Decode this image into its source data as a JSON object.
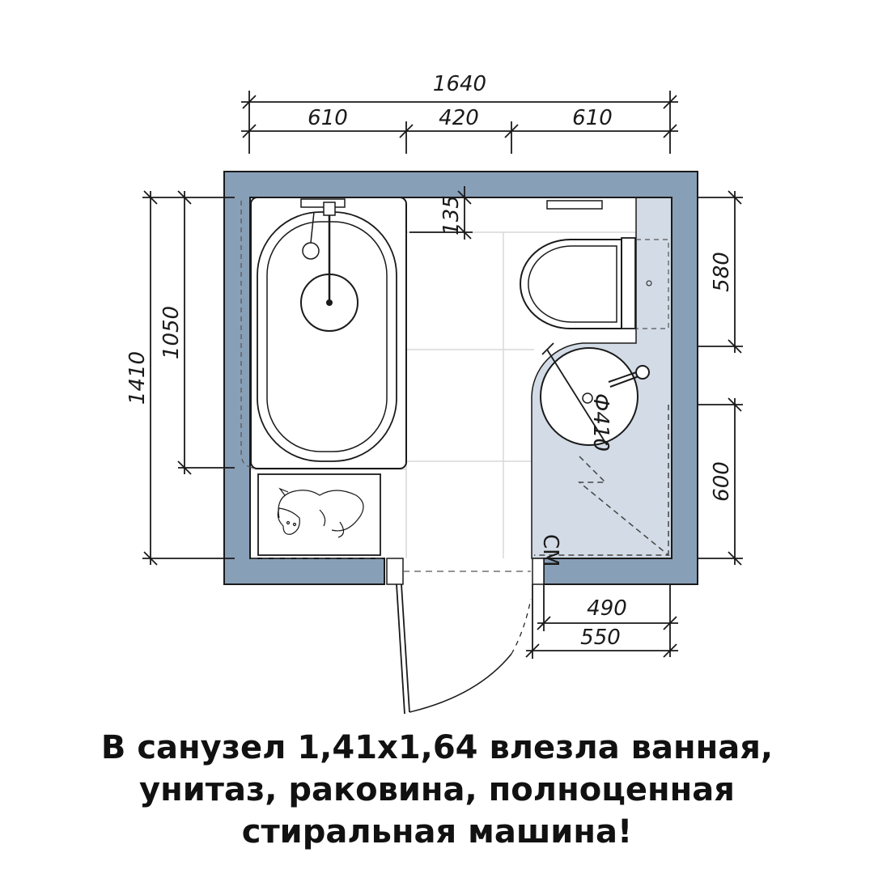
{
  "dimensions": {
    "total_width": "1640",
    "segment_left": "610",
    "segment_middle": "420",
    "segment_right": "610",
    "total_height": "1410",
    "bathtub_length": "1050",
    "faucet_offset": "135",
    "toilet_zone": "580",
    "washer_zone": "600",
    "sink_diameter": "Ф410",
    "door_offset_inner": "490",
    "door_offset_outer": "550"
  },
  "labels": {
    "washing_machine": "СМ"
  },
  "caption": {
    "line1": "В санузел 1,41х1,64 влезла ванная,",
    "line2": "унитаз, раковина, полноценная",
    "line3": "стиральная машина!"
  },
  "colors": {
    "wall": "#889fb8",
    "counter": "#d2dbe6",
    "lines": "#1a1a1a",
    "tile_grid": "#d9d9d9"
  }
}
